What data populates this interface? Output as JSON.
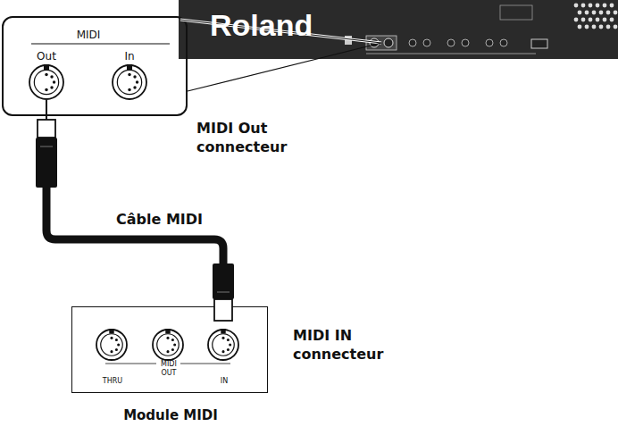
{
  "diagram": {
    "nodes": [
      {
        "text": [
          "Roland"
        ]
      },
      {
        "text": [
          "MIDI",
          "Out",
          "In"
        ]
      },
      {
        "text": [
          "Module MIDI",
          "THRU",
          "MIDI",
          "OUT",
          "IN"
        ]
      }
    ],
    "edges": [
      {
        "from": 1,
        "to": 2,
        "arrow": "none",
        "label": "Câble MIDI"
      },
      {
        "from": 1,
        "to": 0,
        "arrow": "none"
      }
    ],
    "labels": [
      "MIDI Out connecteur",
      "MIDI IN connecteur"
    ]
  }
}
